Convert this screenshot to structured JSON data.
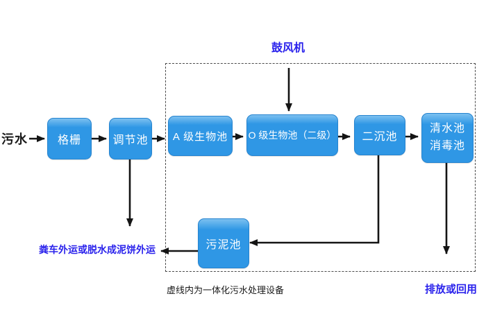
{
  "colors": {
    "box_fill": "#2f97e5",
    "box_highlight": "#7cc0f0",
    "box_border": "#2583cf",
    "box_text": "#ffffff",
    "blue_text": "#2a22ec",
    "line": "#141414",
    "dashed_border": "#4a4a4a"
  },
  "nodes": {
    "inlet_label": "污水",
    "grid": "格栅",
    "regulating_tank": "调节池",
    "a_bio_tank": "A 级生物池",
    "o_bio_tank": "O 级生物池（二级）",
    "secondary_sedimentation_tank": "二沉池",
    "clear_water_tank_line1": "清水池",
    "clear_water_tank_line2": "消毒池",
    "sludge_tank": "污泥池"
  },
  "labels": {
    "blower": "鼓风机",
    "sludge_disposal": "粪车外运或脱水成泥饼外运",
    "discharge": "排放或回用",
    "boundary_caption": "虚线内为一体化污水处理设备"
  }
}
